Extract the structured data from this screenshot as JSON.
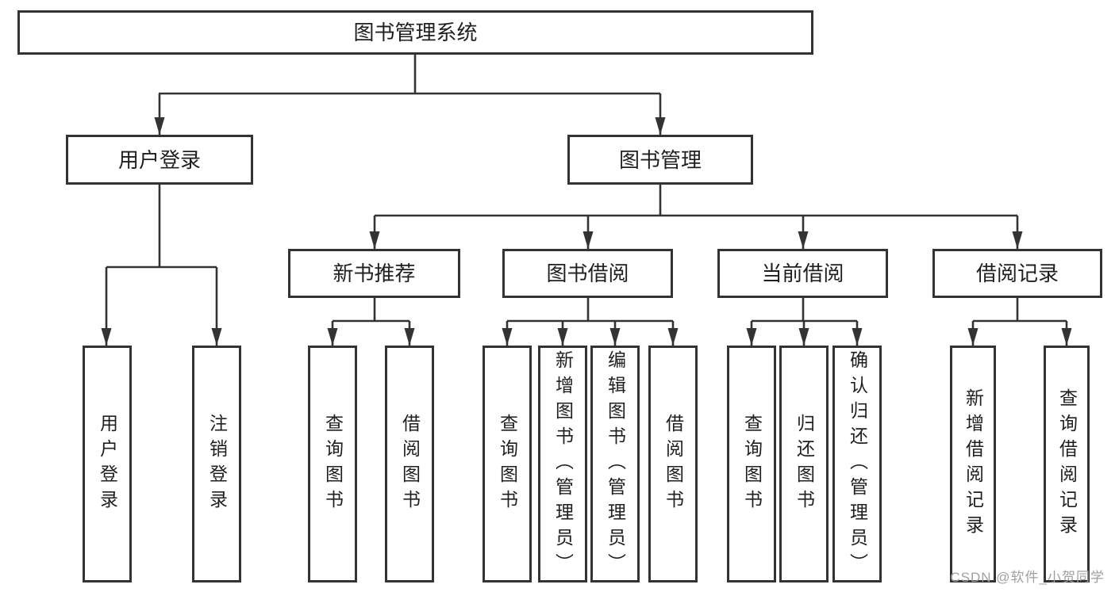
{
  "tree": {
    "label": "图书管理系统",
    "children": [
      {
        "label": "用户登录",
        "children": [
          {
            "label": "用户登录"
          },
          {
            "label": "注销登录"
          }
        ]
      },
      {
        "label": "图书管理",
        "children": [
          {
            "label": "新书推荐",
            "children": [
              {
                "label": "查询图书"
              },
              {
                "label": "借阅图书"
              }
            ]
          },
          {
            "label": "图书借阅",
            "children": [
              {
                "label": "查询图书"
              },
              {
                "label": "新增图书（管理员）"
              },
              {
                "label": "编辑图书（管理员）"
              },
              {
                "label": "借阅图书"
              }
            ]
          },
          {
            "label": "当前借阅",
            "children": [
              {
                "label": "查询图书"
              },
              {
                "label": "归还图书"
              },
              {
                "label": "确认归还（管理员）"
              }
            ]
          },
          {
            "label": "借阅记录",
            "children": [
              {
                "label": "新增借阅记录"
              },
              {
                "label": "查询借阅记录"
              }
            ]
          }
        ]
      }
    ]
  },
  "watermark": "CSDN @软件_小贺同学",
  "colors": {
    "line": "#333333",
    "box_border": "#333333",
    "text": "#1f1f1f",
    "watermark": "#a0a0a0",
    "background": "#ffffff"
  }
}
